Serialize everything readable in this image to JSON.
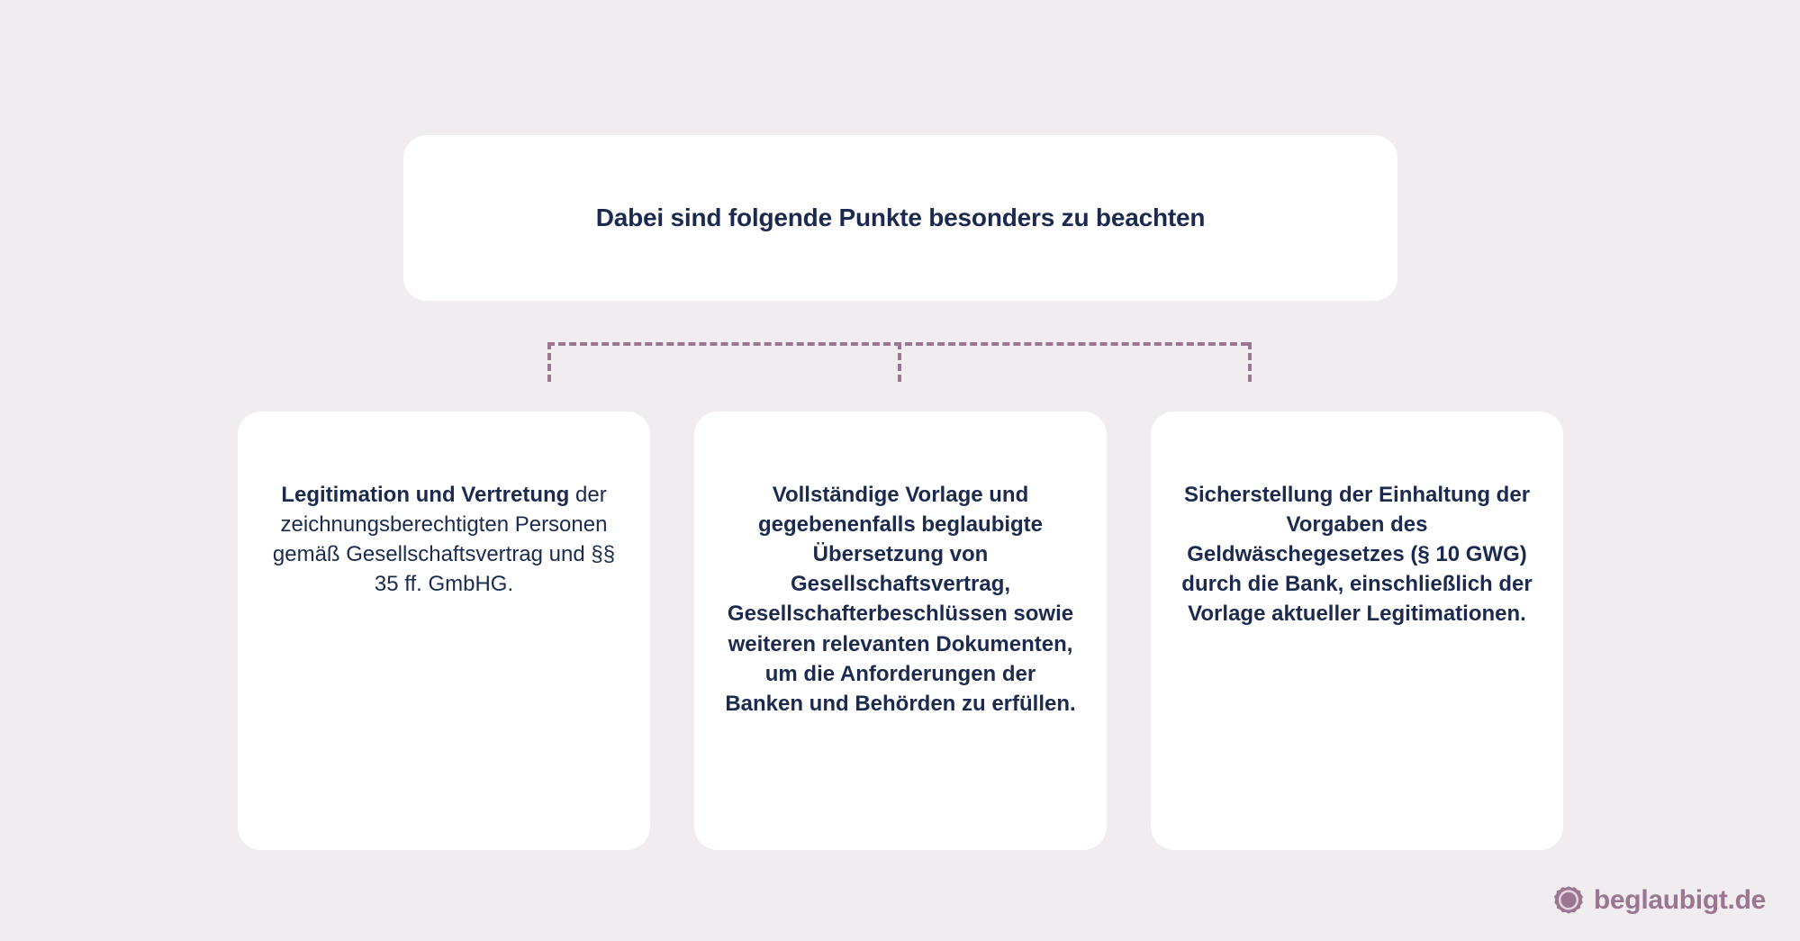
{
  "background_color": "#f0ecf0",
  "card_color": "#ffffff",
  "text_color": "#1b2a4e",
  "accent_color": "#9a7691",
  "header": {
    "title": "Dabei sind folgende Punkte besonders zu beachten"
  },
  "cards": [
    {
      "lead": "Legitimation und Vertretung",
      "rest": " der zeichnungsberechtigten Personen gemäß Gesellschaftsvertrag und §§ 35 ff. GmbHG.",
      "all_bold": false
    },
    {
      "lead": "",
      "rest": "Vollständige Vorlage und gegebenenfalls beglaubigte Übersetzung von Gesellschaftsvertrag, Gesellschafterbeschlüssen sowie weiteren relevanten Dokumenten, um die Anforderungen der Banken und Behörden zu erfüllen.",
      "all_bold": true
    },
    {
      "lead": "",
      "rest": "Sicherstellung der Einhaltung der Vorgaben des Geldwäschegesetzes (§ 10 GWG) durch die Bank, einschließlich der Vorlage aktueller Legitimationen.",
      "all_bold": true
    }
  ],
  "logo": {
    "icon": "seal-badge-icon",
    "text": "beglaubigt.de"
  }
}
